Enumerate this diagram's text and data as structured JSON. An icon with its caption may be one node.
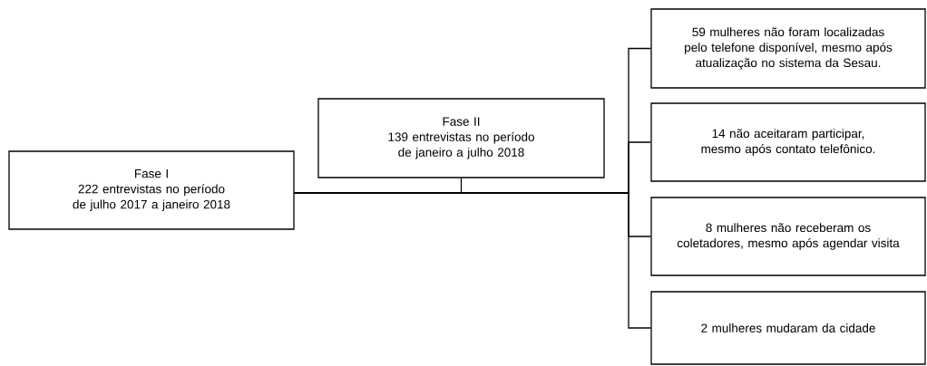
{
  "diagram": {
    "nodes": [
      {
        "text": [
          "Fase I",
          "222 entrevistas no período de julho 2017 a janeiro 2018"
        ]
      },
      {
        "text": [
          "Fase II",
          "139 entrevistas no período de janeiro a julho 2018"
        ]
      },
      {
        "text": [
          "59 mulheres não foram localizadas pelo telefone disponível, mesmo após atualização no sistema da Sesau."
        ]
      },
      {
        "text": [
          "14 não aceitaram participar, mesmo após contato telefônico."
        ]
      },
      {
        "text": [
          "8 mulheres não receberam os coletadores, mesmo após agendar visita"
        ]
      },
      {
        "text": [
          "2 mulheres mudaram da cidade"
        ]
      }
    ],
    "edges": [
      {
        "from": 0,
        "to": 1,
        "arrow": "none"
      },
      {
        "from": 0,
        "to": 2,
        "arrow": "none"
      },
      {
        "from": 0,
        "to": 3,
        "arrow": "none"
      },
      {
        "from": 0,
        "to": 4,
        "arrow": "none"
      },
      {
        "from": 0,
        "to": 5,
        "arrow": "none"
      }
    ]
  }
}
